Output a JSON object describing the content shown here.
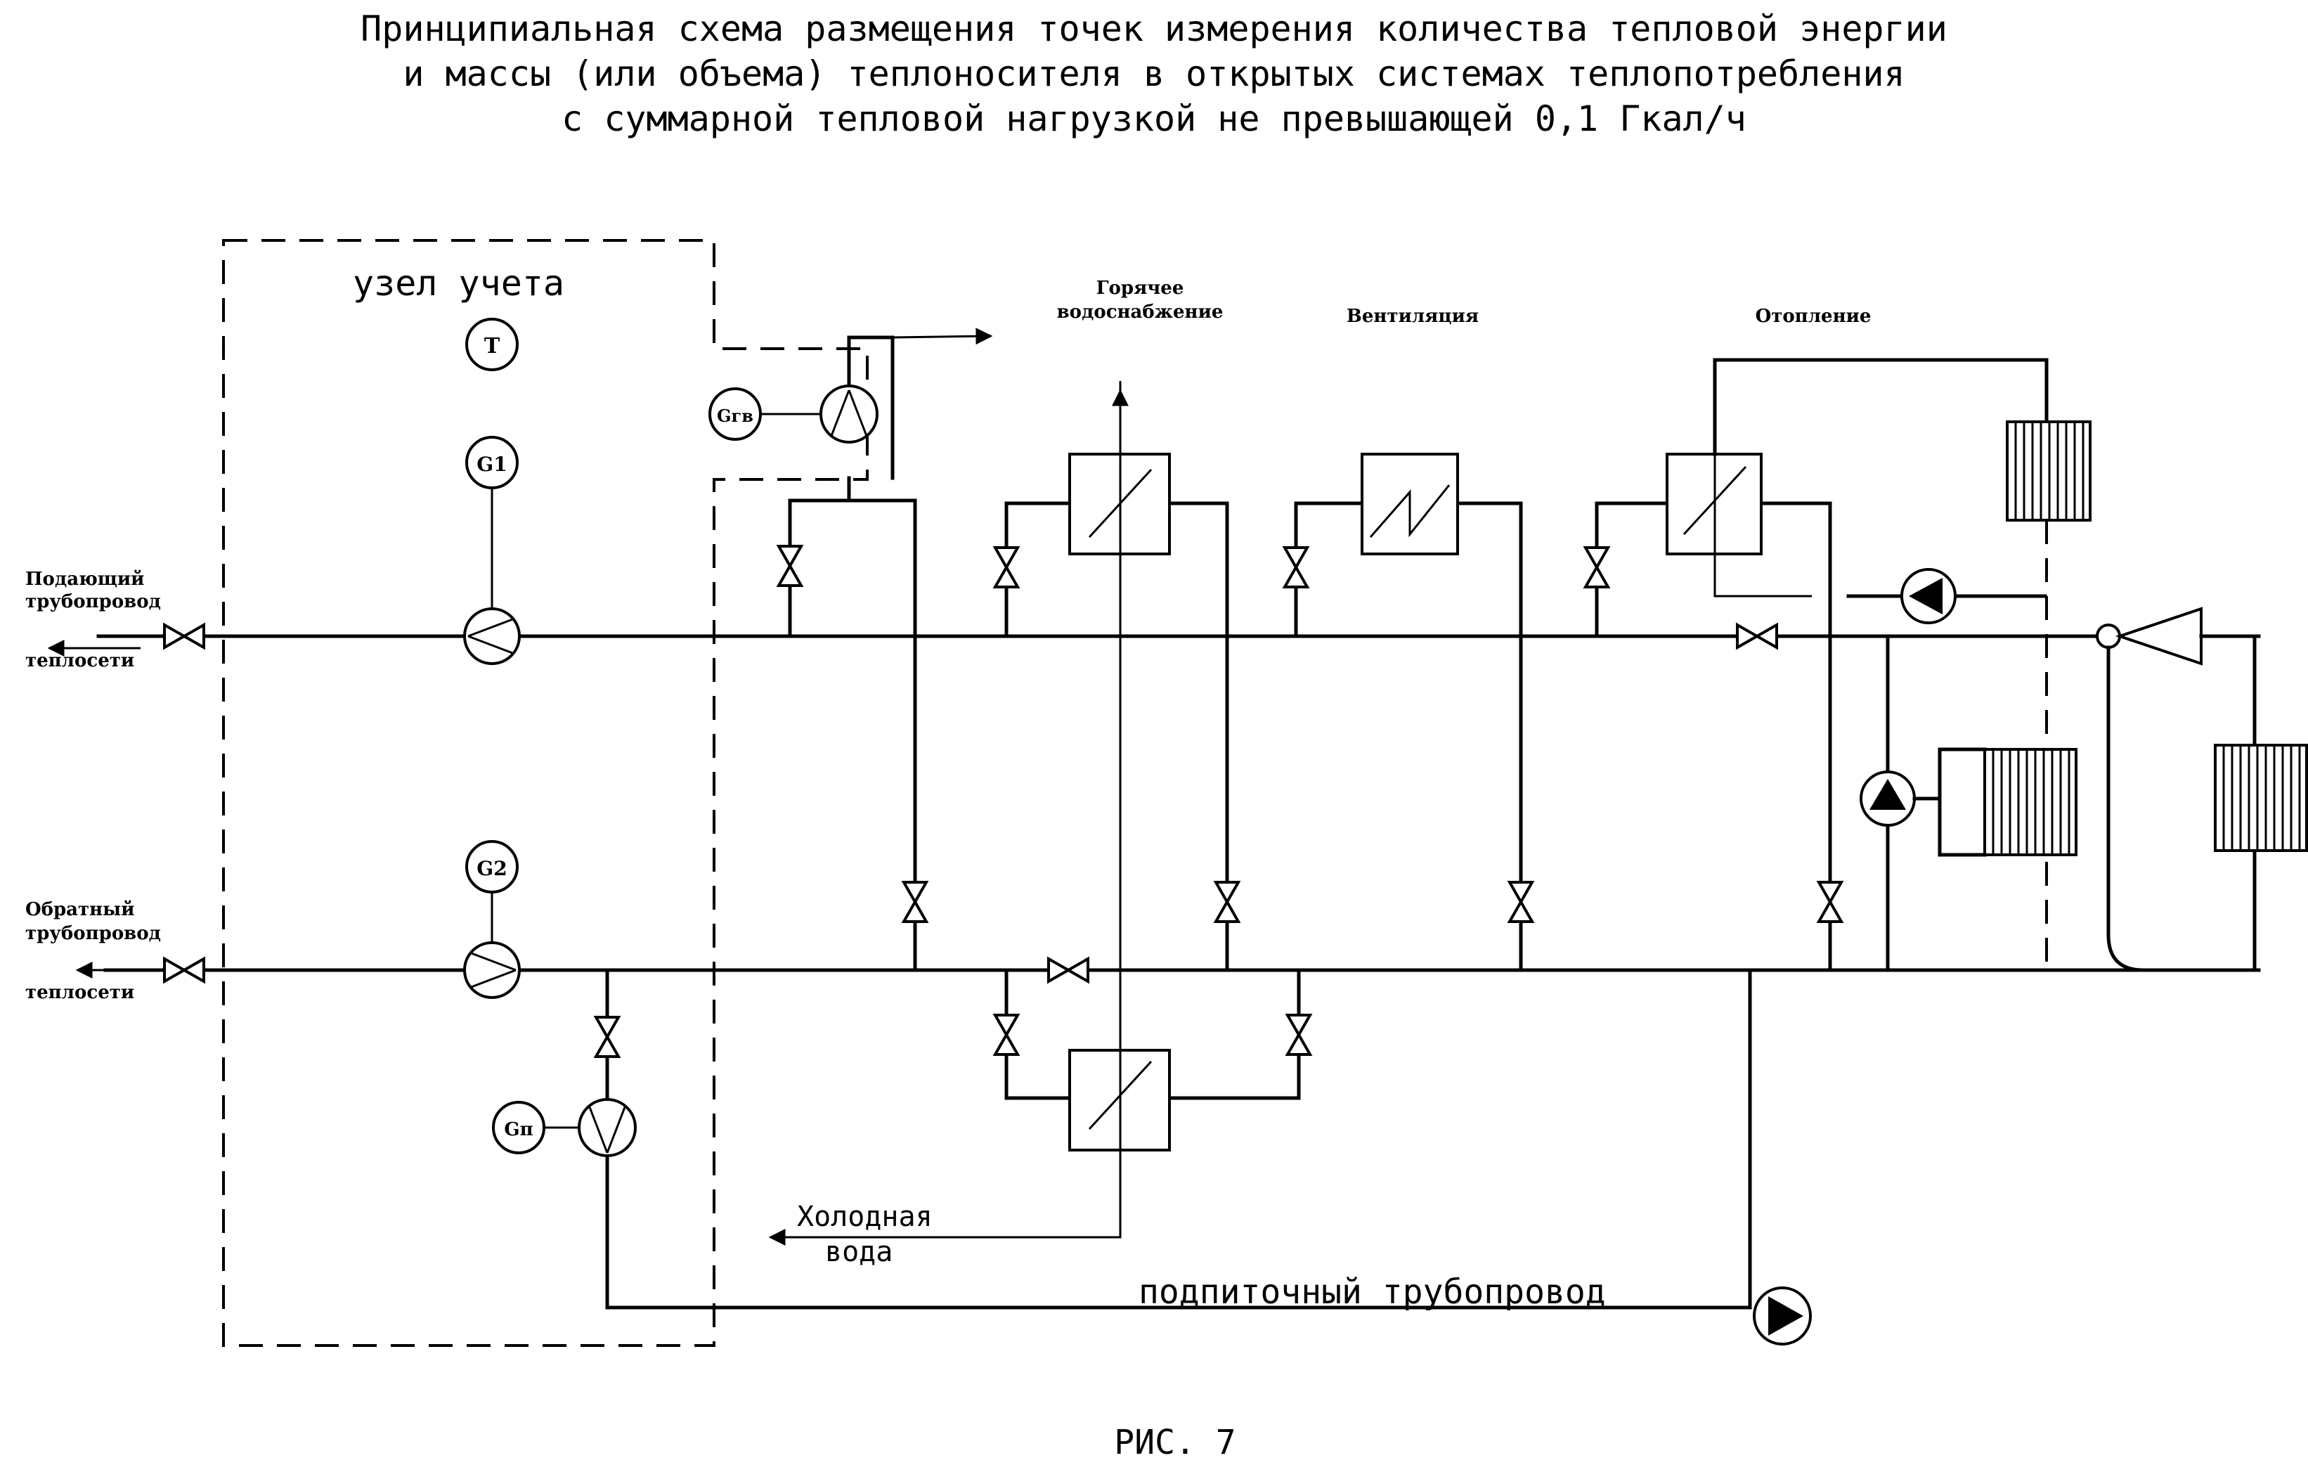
{
  "title": {
    "line1": "Принципиальная схема размещения точек измерения количества тепловой энергии",
    "line2": "и массы (или объема) теплоносителя в открытых системах теплопотребления",
    "line3": "с суммарной тепловой нагрузкой не превышающей 0,1 Гкал/ч"
  },
  "labels": {
    "metering_unit": "узел учета",
    "supply_line1": "Подающий",
    "supply_line2": "трубопровод",
    "supply_line3": "теплосети",
    "return_line1": "Обратный",
    "return_line2": "трубопровод",
    "return_line3": "теплосети",
    "hot_water1": "Горячее",
    "hot_water2": "водоснабжение",
    "ventilation": "Вентиляция",
    "heating": "Отопление",
    "cold_water1": "Холодная",
    "cold_water2": "вода",
    "makeup_pipe": "подпиточный трубопровод",
    "figure": "РИС. 7"
  },
  "sensors": {
    "temp": "T",
    "flow_supply": "G1",
    "flow_return": "G2",
    "flow_hot_water": "Gгв",
    "flow_makeup": "Gп"
  }
}
